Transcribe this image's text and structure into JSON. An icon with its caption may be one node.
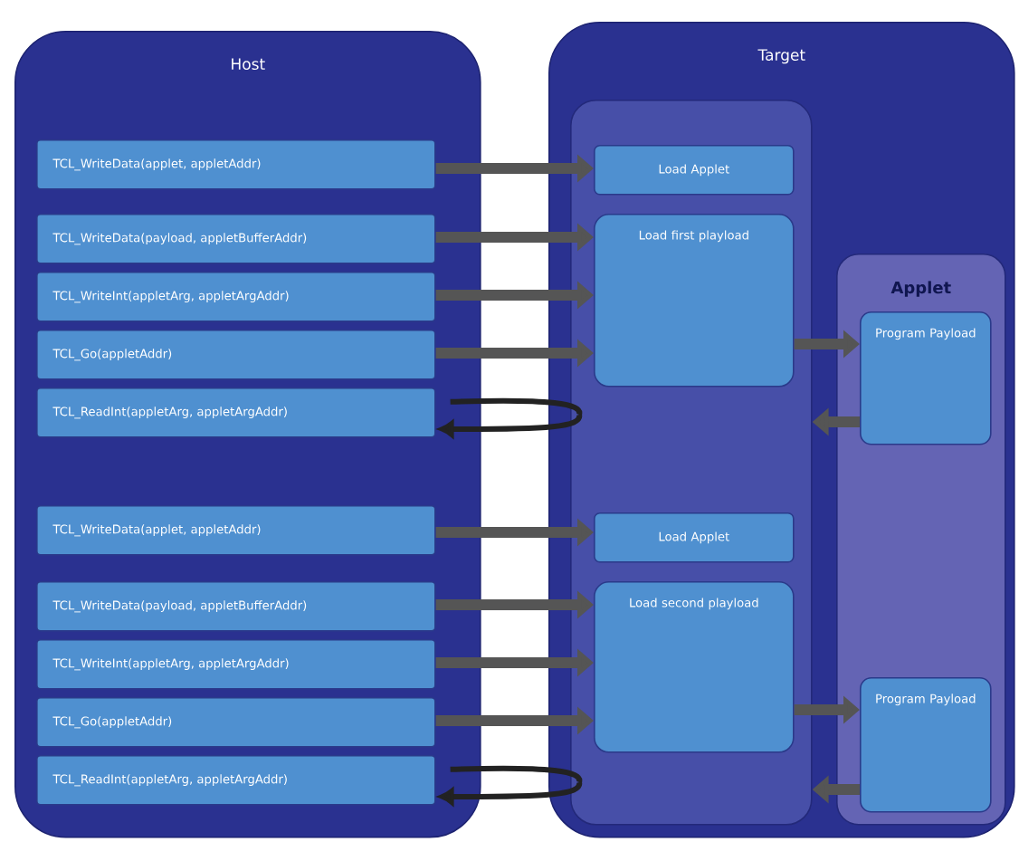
{
  "diagram": {
    "nodes": [
      {
        "text": [
          "Host"
        ]
      },
      {
        "text": [
          "TCL_WriteData(applet, appletAddr)"
        ],
        "in": 0
      },
      {
        "text": [
          "TCL_WriteData(payload, appletBufferAddr)"
        ],
        "in": 0
      },
      {
        "text": [
          "TCL_WriteInt(appletArg, appletArgAddr)"
        ],
        "in": 0
      },
      {
        "text": [
          "TCL_Go(appletAddr)"
        ],
        "in": 0
      },
      {
        "text": [
          "TCL_ReadInt(appletArg, appletArgAddr)"
        ],
        "in": 0
      },
      {
        "text": [
          "TCL_WriteData(applet, appletAddr)"
        ],
        "in": 0
      },
      {
        "text": [
          "TCL_WriteData(payload, appletBufferAddr)"
        ],
        "in": 0
      },
      {
        "text": [
          "TCL_WriteInt(appletArg, appletArgAddr)"
        ],
        "in": 0
      },
      {
        "text": [
          "TCL_Go(appletAddr)"
        ],
        "in": 0
      },
      {
        "text": [
          "TCL_ReadInt(appletArg, appletArgAddr)"
        ],
        "in": 0
      },
      {
        "text": [
          "Target"
        ]
      },
      {
        "text": [],
        "shape": "box",
        "in": 11
      },
      {
        "text": [
          "Load Applet"
        ],
        "in": 12
      },
      {
        "text": [
          "Load first playload"
        ],
        "in": 12
      },
      {
        "text": [
          "Load Applet"
        ],
        "in": 12
      },
      {
        "text": [
          "Load second playload"
        ],
        "in": 12
      },
      {
        "text": [
          "Applet"
        ],
        "in": 11
      },
      {
        "text": [
          "Program Payload"
        ],
        "in": 17
      },
      {
        "text": [
          "Program Payload"
        ],
        "in": 17
      }
    ],
    "edges": [
      {
        "from": 1,
        "to": 13,
        "arrow": "to"
      },
      {
        "from": 2,
        "to": 14,
        "arrow": "to"
      },
      {
        "from": 3,
        "to": 14,
        "arrow": "to"
      },
      {
        "from": 4,
        "to": 14,
        "arrow": "to"
      },
      {
        "from": 14,
        "to": 18,
        "arrow": "to"
      },
      {
        "from": 18,
        "to": 12,
        "arrow": "to"
      },
      {
        "from": 12,
        "to": 5,
        "arrow": "to"
      },
      {
        "from": 6,
        "to": 15,
        "arrow": "to"
      },
      {
        "from": 7,
        "to": 16,
        "arrow": "to"
      },
      {
        "from": 8,
        "to": 16,
        "arrow": "to"
      },
      {
        "from": 9,
        "to": 16,
        "arrow": "to"
      },
      {
        "from": 16,
        "to": 19,
        "arrow": "to"
      },
      {
        "from": 19,
        "to": 12,
        "arrow": "to"
      },
      {
        "from": 12,
        "to": 10,
        "arrow": "to"
      }
    ]
  }
}
